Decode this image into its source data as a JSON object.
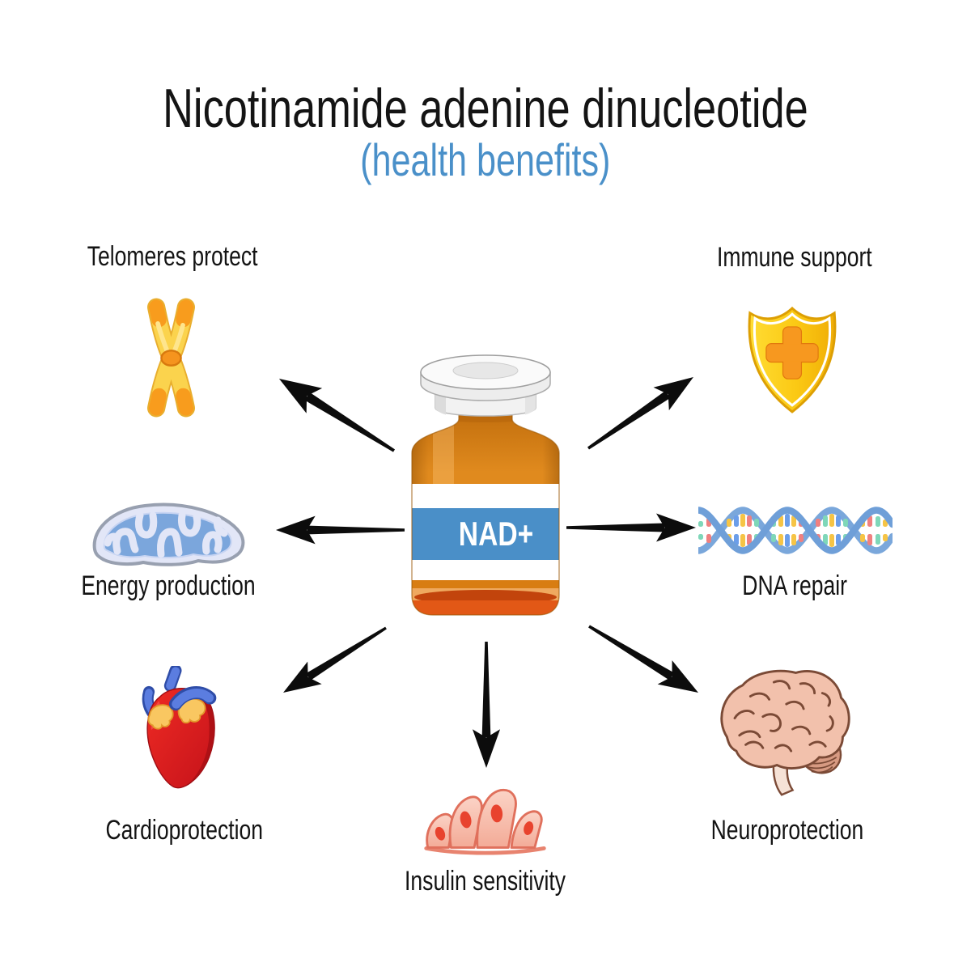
{
  "page": {
    "background": "#ffffff"
  },
  "title": {
    "main": "Nicotinamide adenine dinucleotide",
    "subtitle": "(health benefits)",
    "subtitle_color": "#4a90c9"
  },
  "vial": {
    "label": "NAD+",
    "label_band_color": "#4a8fc8",
    "glass_color": "#e08a1e",
    "cap_color": "#f2f2f2"
  },
  "arrows": {
    "count": 7,
    "color": "#0c0c0c",
    "directions": [
      "upper-left",
      "upper-right",
      "left",
      "right",
      "lower-left",
      "lower-right",
      "down"
    ]
  },
  "benefits": {
    "telomeres": {
      "label": "Telomeres protect",
      "icon": "chromosome-icon",
      "icon_color": "#fbd34d"
    },
    "immune": {
      "label": "Immune support",
      "icon": "shield-cross-icon",
      "icon_color": "#ffd629"
    },
    "energy": {
      "label": "Energy production",
      "icon": "mitochondria-icon",
      "icon_color": "#7ba6dc"
    },
    "dna": {
      "label": "DNA repair",
      "icon": "dna-helix-icon",
      "icon_color": "#6f9fd8"
    },
    "cardio": {
      "label": "Cardioprotection",
      "icon": "heart-icon",
      "icon_color": "#d81e20"
    },
    "insulin": {
      "label": "Insulin sensitivity",
      "icon": "pancreatic-islet-icon",
      "icon_color": "#f7c2b2"
    },
    "neuro": {
      "label": "Neuroprotection",
      "icon": "brain-icon",
      "icon_color": "#f2c1ac"
    }
  }
}
